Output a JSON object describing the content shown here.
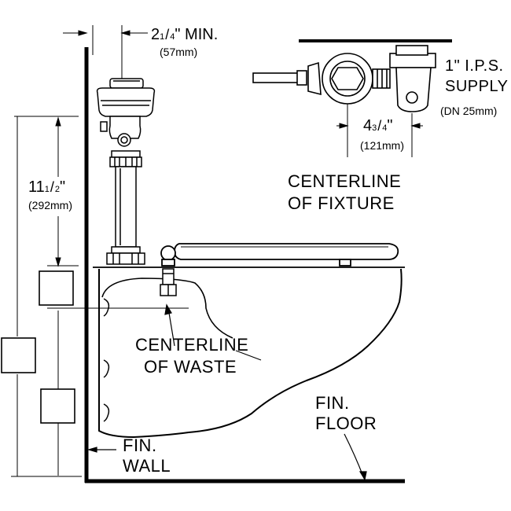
{
  "dimensions": {
    "wall_offset": {
      "whole": "2",
      "num": "1",
      "den": "4",
      "suffix": "\" MIN.",
      "metric": "(57mm)"
    },
    "supply_offset": {
      "whole": "4",
      "num": "3",
      "den": "4",
      "suffix": "\"",
      "metric": "(121mm)"
    },
    "height_above_rim": {
      "whole": "11",
      "num": "1",
      "den": "2",
      "suffix": "\"",
      "metric": "(292mm)"
    }
  },
  "labels": {
    "supply_line1": "1\" I.P.S.",
    "supply_line2": "SUPPLY",
    "supply_line3": "(DN 25mm)",
    "centerline_fixture_1": "CENTERLINE",
    "centerline_fixture_2": "OF FIXTURE",
    "centerline_waste_1": "CENTERLINE",
    "centerline_waste_2": "OF WASTE",
    "fin_floor_1": "FIN.",
    "fin_floor_2": "FLOOR",
    "fin_wall_1": "FIN.",
    "fin_wall_2": "WALL"
  }
}
